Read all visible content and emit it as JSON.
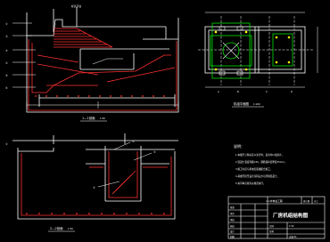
{
  "drawing": {
    "colors": {
      "background": "#000000",
      "structure": "#ffffff",
      "rebar": "#ff3030",
      "dimension": "#00e000",
      "annotation_cyan": "#00ffff",
      "annotation_yellow": "#ffff00",
      "title_block": "#ffffff"
    },
    "section_top": {
      "label": "1—1剖面",
      "scale": "1:50",
      "top_dim": "标高平台",
      "markers": [
        "①",
        "②",
        "③",
        "④",
        "⑤",
        "⑥"
      ]
    },
    "plan_top": {
      "label": "机组平面图",
      "scale": "1:100",
      "markers": [
        "A",
        "B",
        "C",
        "D"
      ]
    },
    "section_bottom": {
      "label": "2—2剖面",
      "scale": "1:50",
      "markers": [
        "①",
        "②",
        "③",
        "④"
      ]
    },
    "notes": {
      "title": "说明：",
      "lines": [
        "1.本图尺寸除标高以米计外，其余均以毫米计。",
        "2.混凝土强度等级C25，钢筋保护层厚度35mm。",
        "3.施工时应与机电安装图配合施工。",
        "4.基础开挖至设计高程后方可浇筑混凝土。",
        "5.未尽事宜按有关规范执行。"
      ]
    },
    "title_block": {
      "project": "××水电站工程",
      "stage": "施工图",
      "discipline": "水工",
      "drawing_title": "厂房机组结构图",
      "drawing_no": "水施-01",
      "scale_label": "比例",
      "scale_value": "1:50",
      "date_label": "日期",
      "rows": [
        "批准",
        "审定",
        "审核",
        "校核",
        "设计",
        "制图"
      ]
    }
  }
}
